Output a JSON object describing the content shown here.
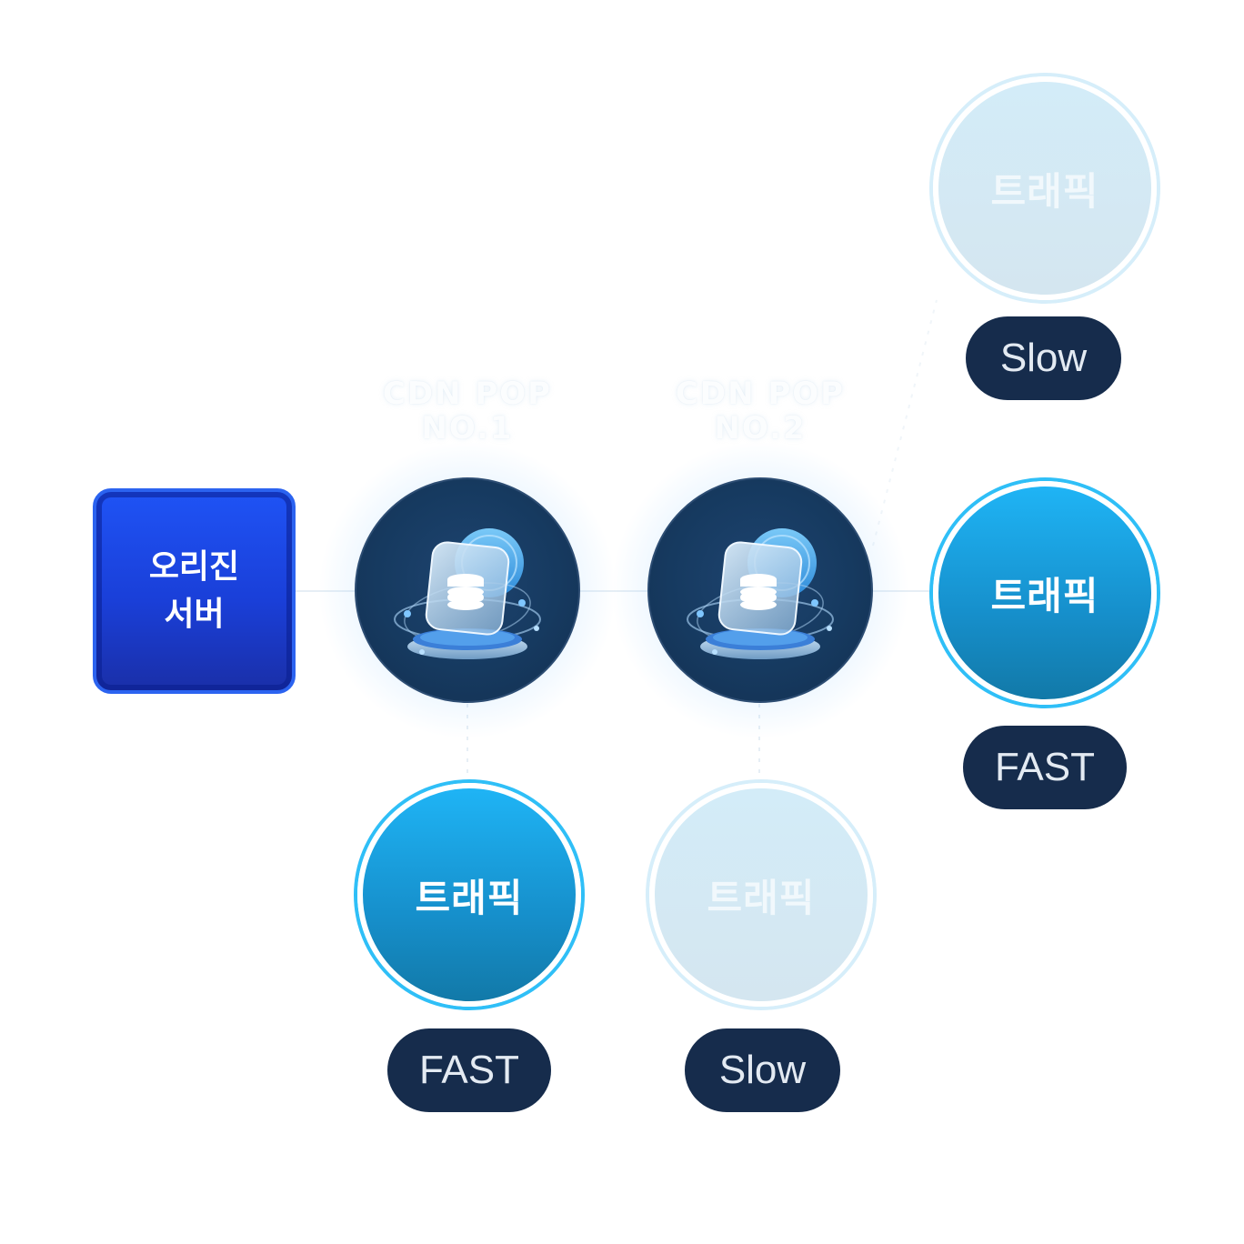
{
  "origin": {
    "label": "오리진\n서버"
  },
  "cdn_nodes": [
    {
      "title_line1": "CDN POP",
      "title_line2": "NO.1",
      "icon": "database-icon"
    },
    {
      "title_line1": "CDN POP",
      "title_line2": "NO.2",
      "icon": "database-icon"
    }
  ],
  "traffic_nodes": [
    {
      "label": "트래픽",
      "speed": "Slow",
      "state": "slow"
    },
    {
      "label": "트래픽",
      "speed": "FAST",
      "state": "fast"
    },
    {
      "label": "트래픽",
      "speed": "FAST",
      "state": "fast"
    },
    {
      "label": "트래픽",
      "speed": "Slow",
      "state": "slow"
    }
  ],
  "colors": {
    "origin": "#1a3fd8",
    "cdn": "#163a60",
    "fast": "#1fb4f5",
    "slow": "#d3ecf8",
    "pill": "#162c4c"
  }
}
